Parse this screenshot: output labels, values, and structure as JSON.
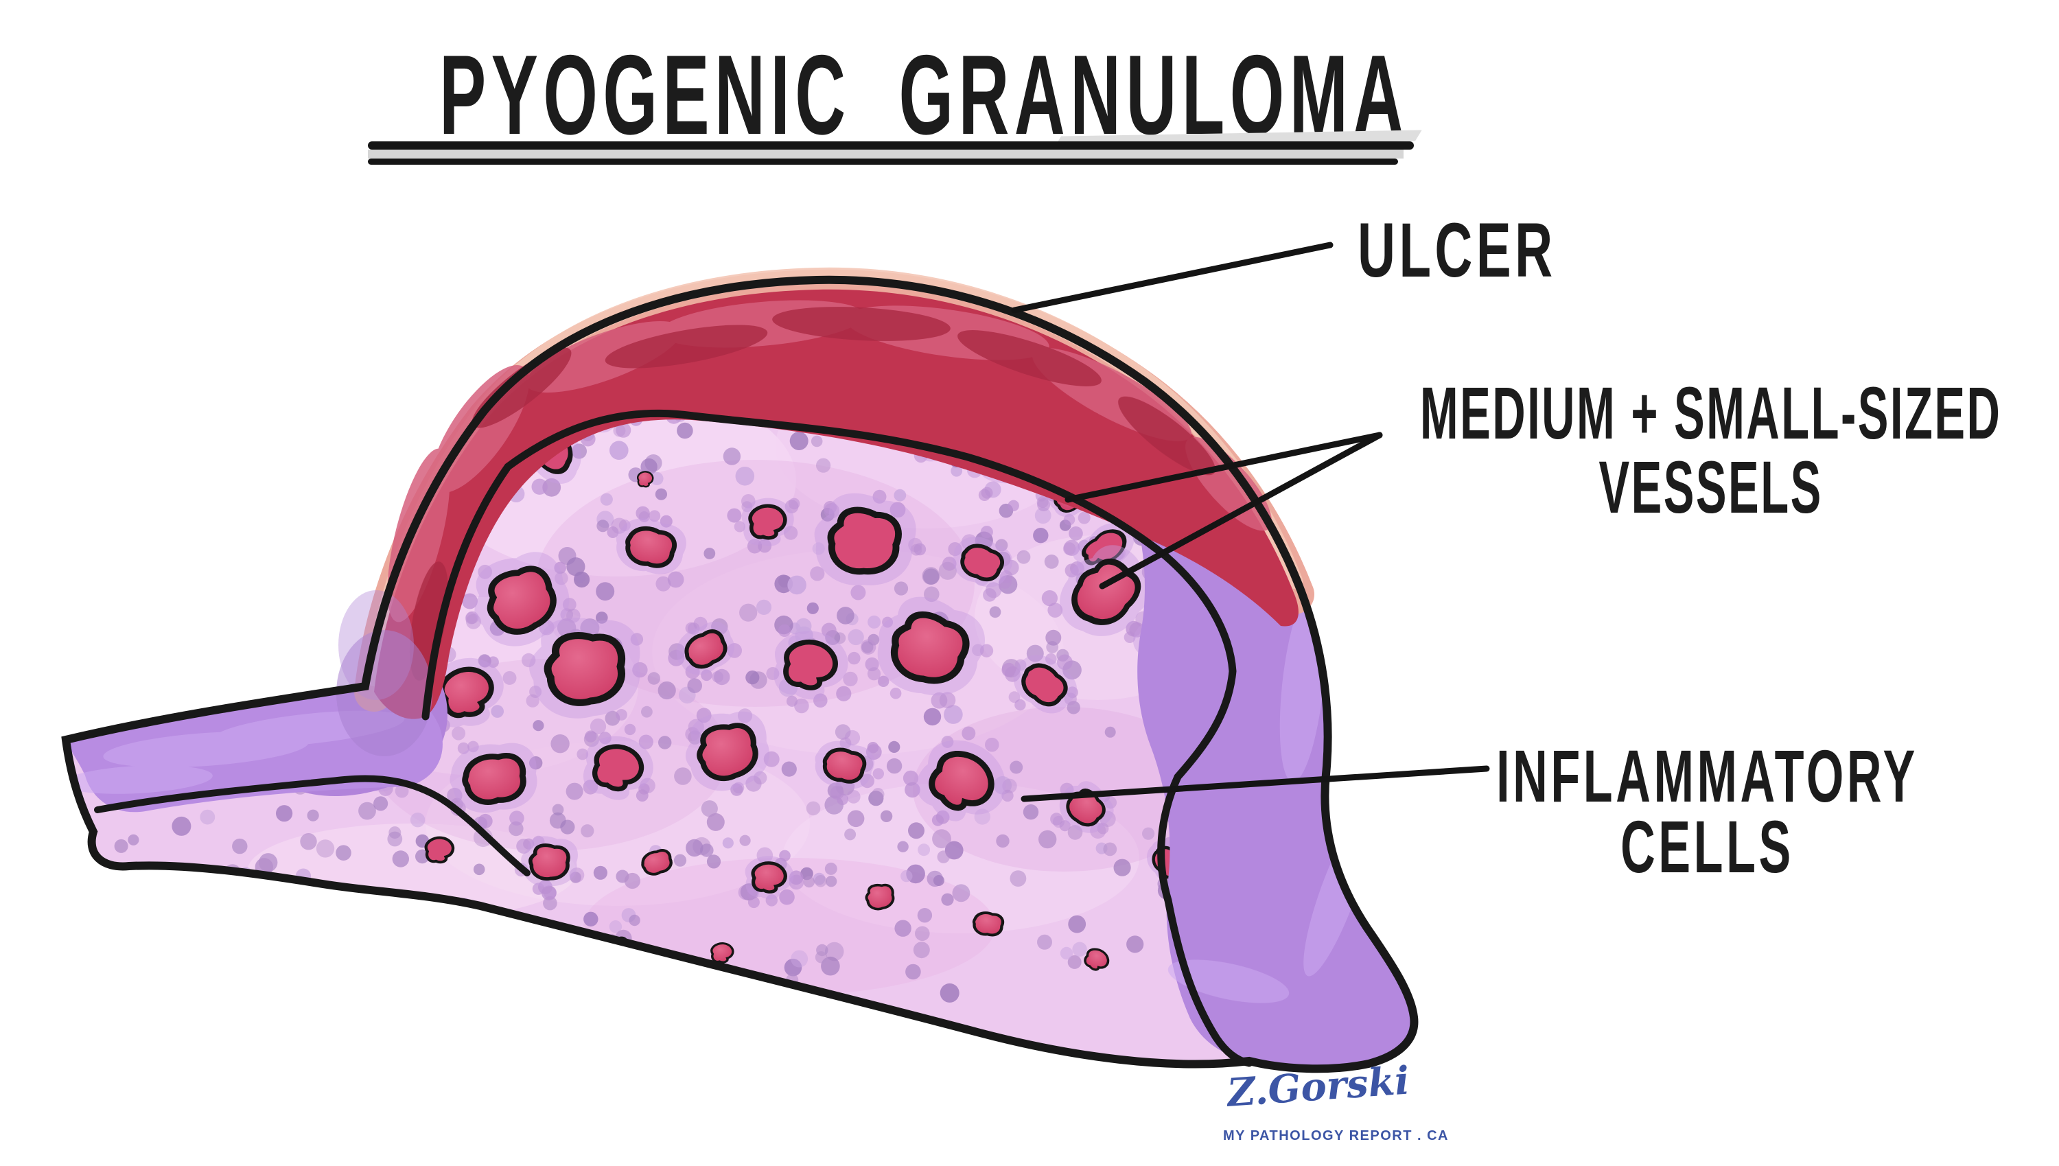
{
  "title": "PYOGENIC GRANULOMA",
  "annotations": {
    "ulcer": "ULCER",
    "vessels_line1": "MEDIUM + SMALL-SIZED",
    "vessels_line2": "VESSELS",
    "inflammatory_line1": "INFLAMMATORY",
    "inflammatory_line2": "CELLS"
  },
  "credit": {
    "artist_signature": "Z.Gorski",
    "website": "MY PATHOLOGY REPORT . CA"
  },
  "colors": {
    "ink": "#161616",
    "ulcer_red": "#c13450",
    "ulcer_streak_light": "#d6607e",
    "ulcer_streak_dark": "#ab2a44",
    "salmon_rim": "#eca99c",
    "salmon_rim_light": "#f4c6b6",
    "tissue_pink": "#edc9ef",
    "tissue_pink_light": "#f6ddf6",
    "tissue_pink_deep": "#e2aee3",
    "stroma_purple": "#b78ce2",
    "stroma_purple_light": "#cdaaf0",
    "vessel_red": "#d6416f",
    "vessel_red_light": "#e4698e",
    "vessel_red_deep": "#cd3863",
    "vessel_halo_purple": "#c59be0",
    "cell_dot_purple": "#b68fcb",
    "signature_blue": "#3c55a5"
  },
  "figure": {
    "subject": "Pyogenic granuloma histology illustration (polypoid lesion with surface ulcer, vessels and inflammatory cells)"
  }
}
